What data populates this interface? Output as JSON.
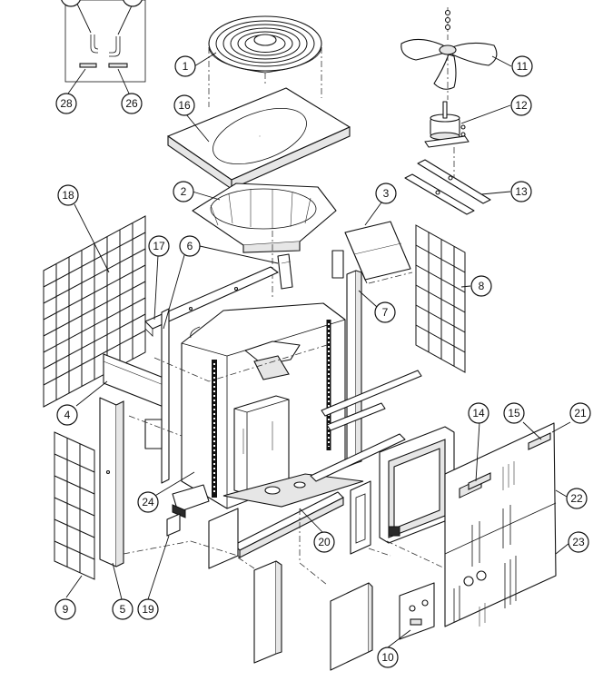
{
  "callouts": {
    "c1": "1",
    "c2": "2",
    "c3": "3",
    "c4": "4",
    "c5": "5",
    "c6": "6",
    "c7": "7",
    "c8": "8",
    "c9": "9",
    "c10": "10",
    "c11": "11",
    "c12": "12",
    "c13": "13",
    "c14": "14",
    "c15": "15",
    "c16": "16",
    "c17": "17",
    "c18": "18",
    "c19": "19",
    "c20": "20",
    "c21": "21",
    "c22": "22",
    "c23": "23",
    "c24": "24",
    "c26": "26",
    "c28": "28"
  }
}
